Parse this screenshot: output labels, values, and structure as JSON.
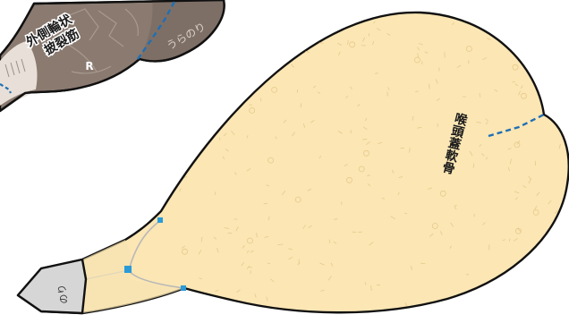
{
  "pieces": {
    "muscle": {
      "label": "外側輪状披裂筋",
      "label_line1": "外側輪状",
      "label_line2": "披裂筋",
      "side_mark": "R",
      "glue_label": "うらのり",
      "fill_color": "#8a7a70",
      "light_color": "#e8e0d8"
    },
    "epiglottis": {
      "label": "喉頭蓋軟骨",
      "fill_color": "#fbe6b4"
    },
    "glue_tab": {
      "label": "のり",
      "fill_color": "#d6d6d6"
    }
  },
  "colors": {
    "outline": "#111111",
    "fold_line": "#1f6fb5",
    "handle": "#2a9bd8"
  }
}
